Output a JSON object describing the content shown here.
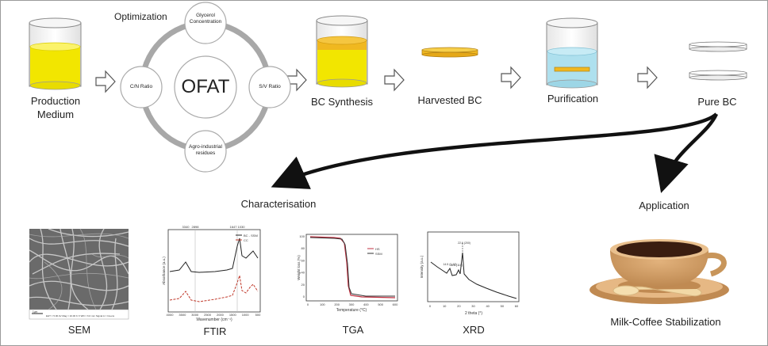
{
  "process": {
    "production_medium_line1": "Production",
    "production_medium_line2": "Medium",
    "optimization": "Optimization",
    "ofat": "OFAT",
    "glycerol_line1": "Glycerol",
    "glycerol_line2": "Concentration",
    "cn_ratio": "C/N Ratio",
    "sv_ratio": "S/V Ratio",
    "agro_line1": "Agro-industrial",
    "agro_line2": "residues",
    "bc_synthesis": "BC Synthesis",
    "harvested_bc": "Harvested BC",
    "purification": "Purification",
    "pure_bc": "Pure BC"
  },
  "branches": {
    "characterisation": "Characterisation",
    "application": "Application"
  },
  "characterisation": {
    "sem": "SEM",
    "ftir": "FTIR",
    "tga": "TGA",
    "xrd": "XRD"
  },
  "application": {
    "milk_coffee": "Milk-Coffee Stabilization"
  },
  "ftir_plot": {
    "peak_labels": [
      "3340",
      "2898",
      "1647",
      "1030"
    ],
    "legend": [
      "BC - SSM",
      "CC"
    ],
    "ylabel": "Absorbance (a.u.)",
    "xlabel": "Wavenumber (cm⁻¹)",
    "xticks": [
      "4000",
      "3500",
      "3000",
      "2500",
      "2000",
      "1500",
      "1000",
      "500"
    ]
  },
  "tga_plot": {
    "legend": [
      "HS",
      "SSM"
    ],
    "ylabel": "Weight loss (%)",
    "xlabel": "Temperature (°C)",
    "xticks": [
      "0",
      "100",
      "200",
      "300",
      "400",
      "500",
      "600"
    ],
    "yticks": [
      "100",
      "80",
      "60",
      "40",
      "20",
      "0"
    ]
  },
  "xrd_plot": {
    "peak_labels": [
      "22.6 (200)",
      "14.5 (1-10)",
      "16.8 (110)"
    ],
    "ylabel": "Intensity (a.u.)",
    "xlabel": "2 theta (°)",
    "xticks": [
      "0",
      "10",
      "20",
      "30",
      "40",
      "50",
      "60"
    ]
  },
  "sem_bar": {
    "scale": "1μm",
    "info": "EHT = 5.00 kV   Mag = 10.00 K X   WD = 6.0 mm   Signal A = InLens"
  },
  "colors": {
    "yellow_medium": "#f2e600",
    "bc_orange": "#f0b820",
    "purification_liquid": "#aee0ee",
    "arrow_dark": "#111111",
    "ring_gray": "#a8a8a8",
    "ftir_black": "#222222",
    "ftir_red": "#c0392b",
    "tga_red": "#c03040",
    "coffee_cup": "#c8955a"
  }
}
